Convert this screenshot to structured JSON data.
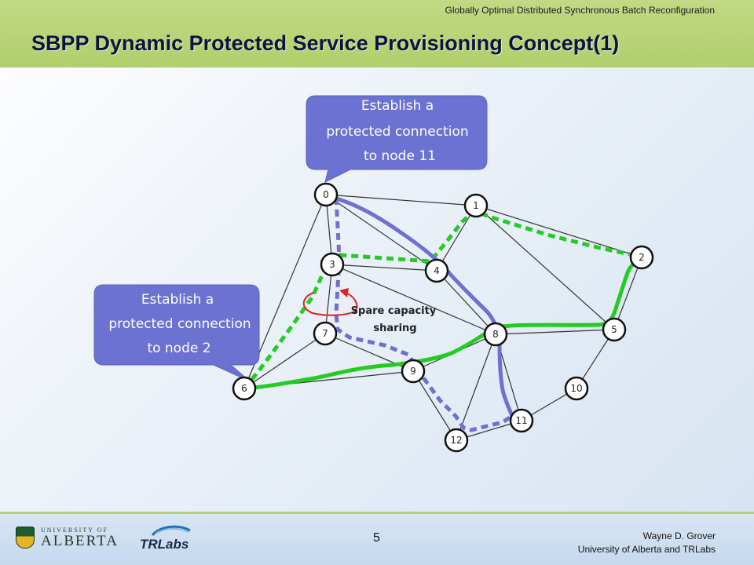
{
  "header": {
    "running_title": "Globally Optimal Distributed Synchronous  Batch Reconfiguration",
    "title": "SBPP Dynamic Protected Service Provisioning Concept(1)"
  },
  "diagram": {
    "nodes": [
      "0",
      "1",
      "2",
      "3",
      "4",
      "5",
      "6",
      "7",
      "8",
      "9",
      "10",
      "11",
      "12"
    ],
    "callout_top": [
      "Establish a",
      "protected connection",
      "to node 11"
    ],
    "callout_left": [
      "Establish a",
      "protected connection",
      "to node 2"
    ],
    "annotation": [
      "Spare capacity",
      "sharing"
    ],
    "colors": {
      "working_path": "#7070d0",
      "backup_path_green": "#22cc22",
      "callout_fill": "#6b72d2",
      "sharing_arrow": "#dd2222"
    }
  },
  "footer": {
    "ua_small": "UNIVERSITY OF",
    "ua_large": "ALBERTA",
    "trlabs": "TRLabs",
    "page_number": "5",
    "author": "Wayne D. Grover",
    "affiliation": "University of Alberta and TRLabs"
  }
}
